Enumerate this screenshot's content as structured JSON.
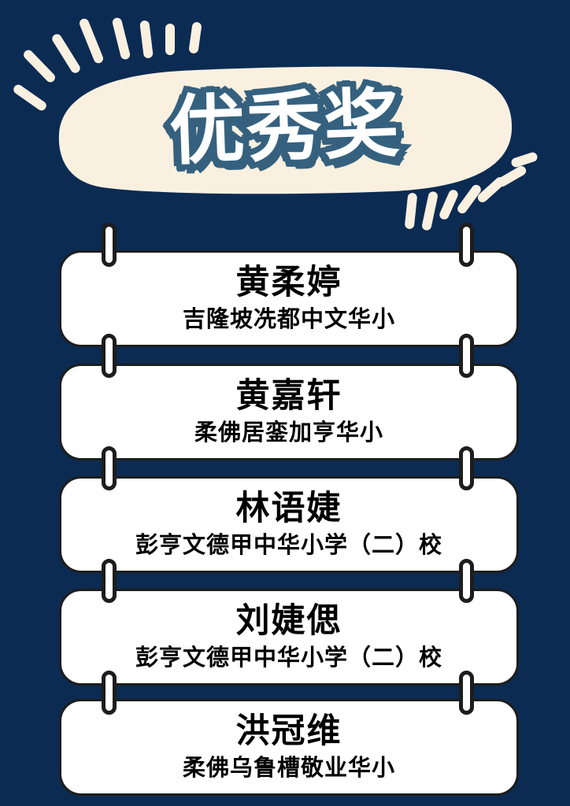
{
  "poster": {
    "title": "优秀奖",
    "awards": [
      {
        "name": "黄柔婷",
        "school": "吉隆坡冼都中文华小"
      },
      {
        "name": "黄嘉轩",
        "school": "柔佛居銮加亨华小"
      },
      {
        "name": "林语婕",
        "school": "彭亨文德甲中华小学（二）校"
      },
      {
        "name": "刘婕偲",
        "school": "彭亨文德甲中华小学（二）校"
      },
      {
        "name": "洪冠维",
        "school": "柔佛乌鲁槽敬业华小"
      }
    ],
    "colors": {
      "background": "#0b2b52",
      "blob": "#faf0e0",
      "ray": "#faf0e0",
      "title_fill": "#ffffff",
      "title_outline": "#35617f",
      "card_background": "#ffffff",
      "card_border": "#1d1d1d",
      "card_text": "#000000"
    }
  }
}
